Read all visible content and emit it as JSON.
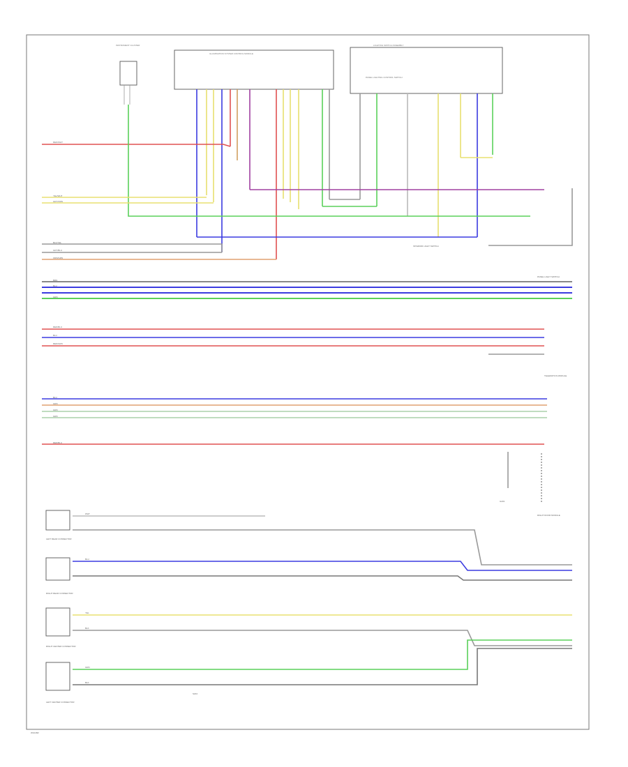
{
  "footer_code": "W1046R",
  "modules": {
    "center": "ILLUMINATION SYSTEM CONTROL MODULE",
    "right": "LIGHTING SWITCH ASSEMBLY",
    "right_inner": "PANEL LIGHTING CONTROL SWITCH",
    "left_top": "INSTRUMENT CLUSTER"
  },
  "labels": {
    "wire_colors": [
      "RED/WHT",
      "YEL/WHT",
      "GRY/ORN",
      "BLK/YEL",
      "GRY/BLU",
      "ORN/GRN",
      "BRN",
      "BLU",
      "GRN",
      "RED/BLU",
      "BLU",
      "RED/GRN",
      "BLU",
      "GRN",
      "GRN",
      "GRN",
      "RED/BLU",
      "WHT",
      "BLU",
      "GRN",
      "BLK",
      "YEL",
      "BLK",
      "GRN",
      "BLK"
    ],
    "interior_light_switch": "INTERIOR LIGHT SWITCH",
    "panel_light_switch": "PANEL LIGHT SWITCH",
    "telematics": "TELEMATICS MODULE",
    "right_module": "RIGHT DOOR MODULE",
    "left_rear": "LEFT REAR CONNECTOR",
    "right_rear": "RIGHT REAR CONNECTOR",
    "right_center": "RIGHT CENTER CONNECTOR",
    "left_center": "LEFT CENTER CONNECTOR",
    "splice": "S204",
    "ground": "G201"
  }
}
